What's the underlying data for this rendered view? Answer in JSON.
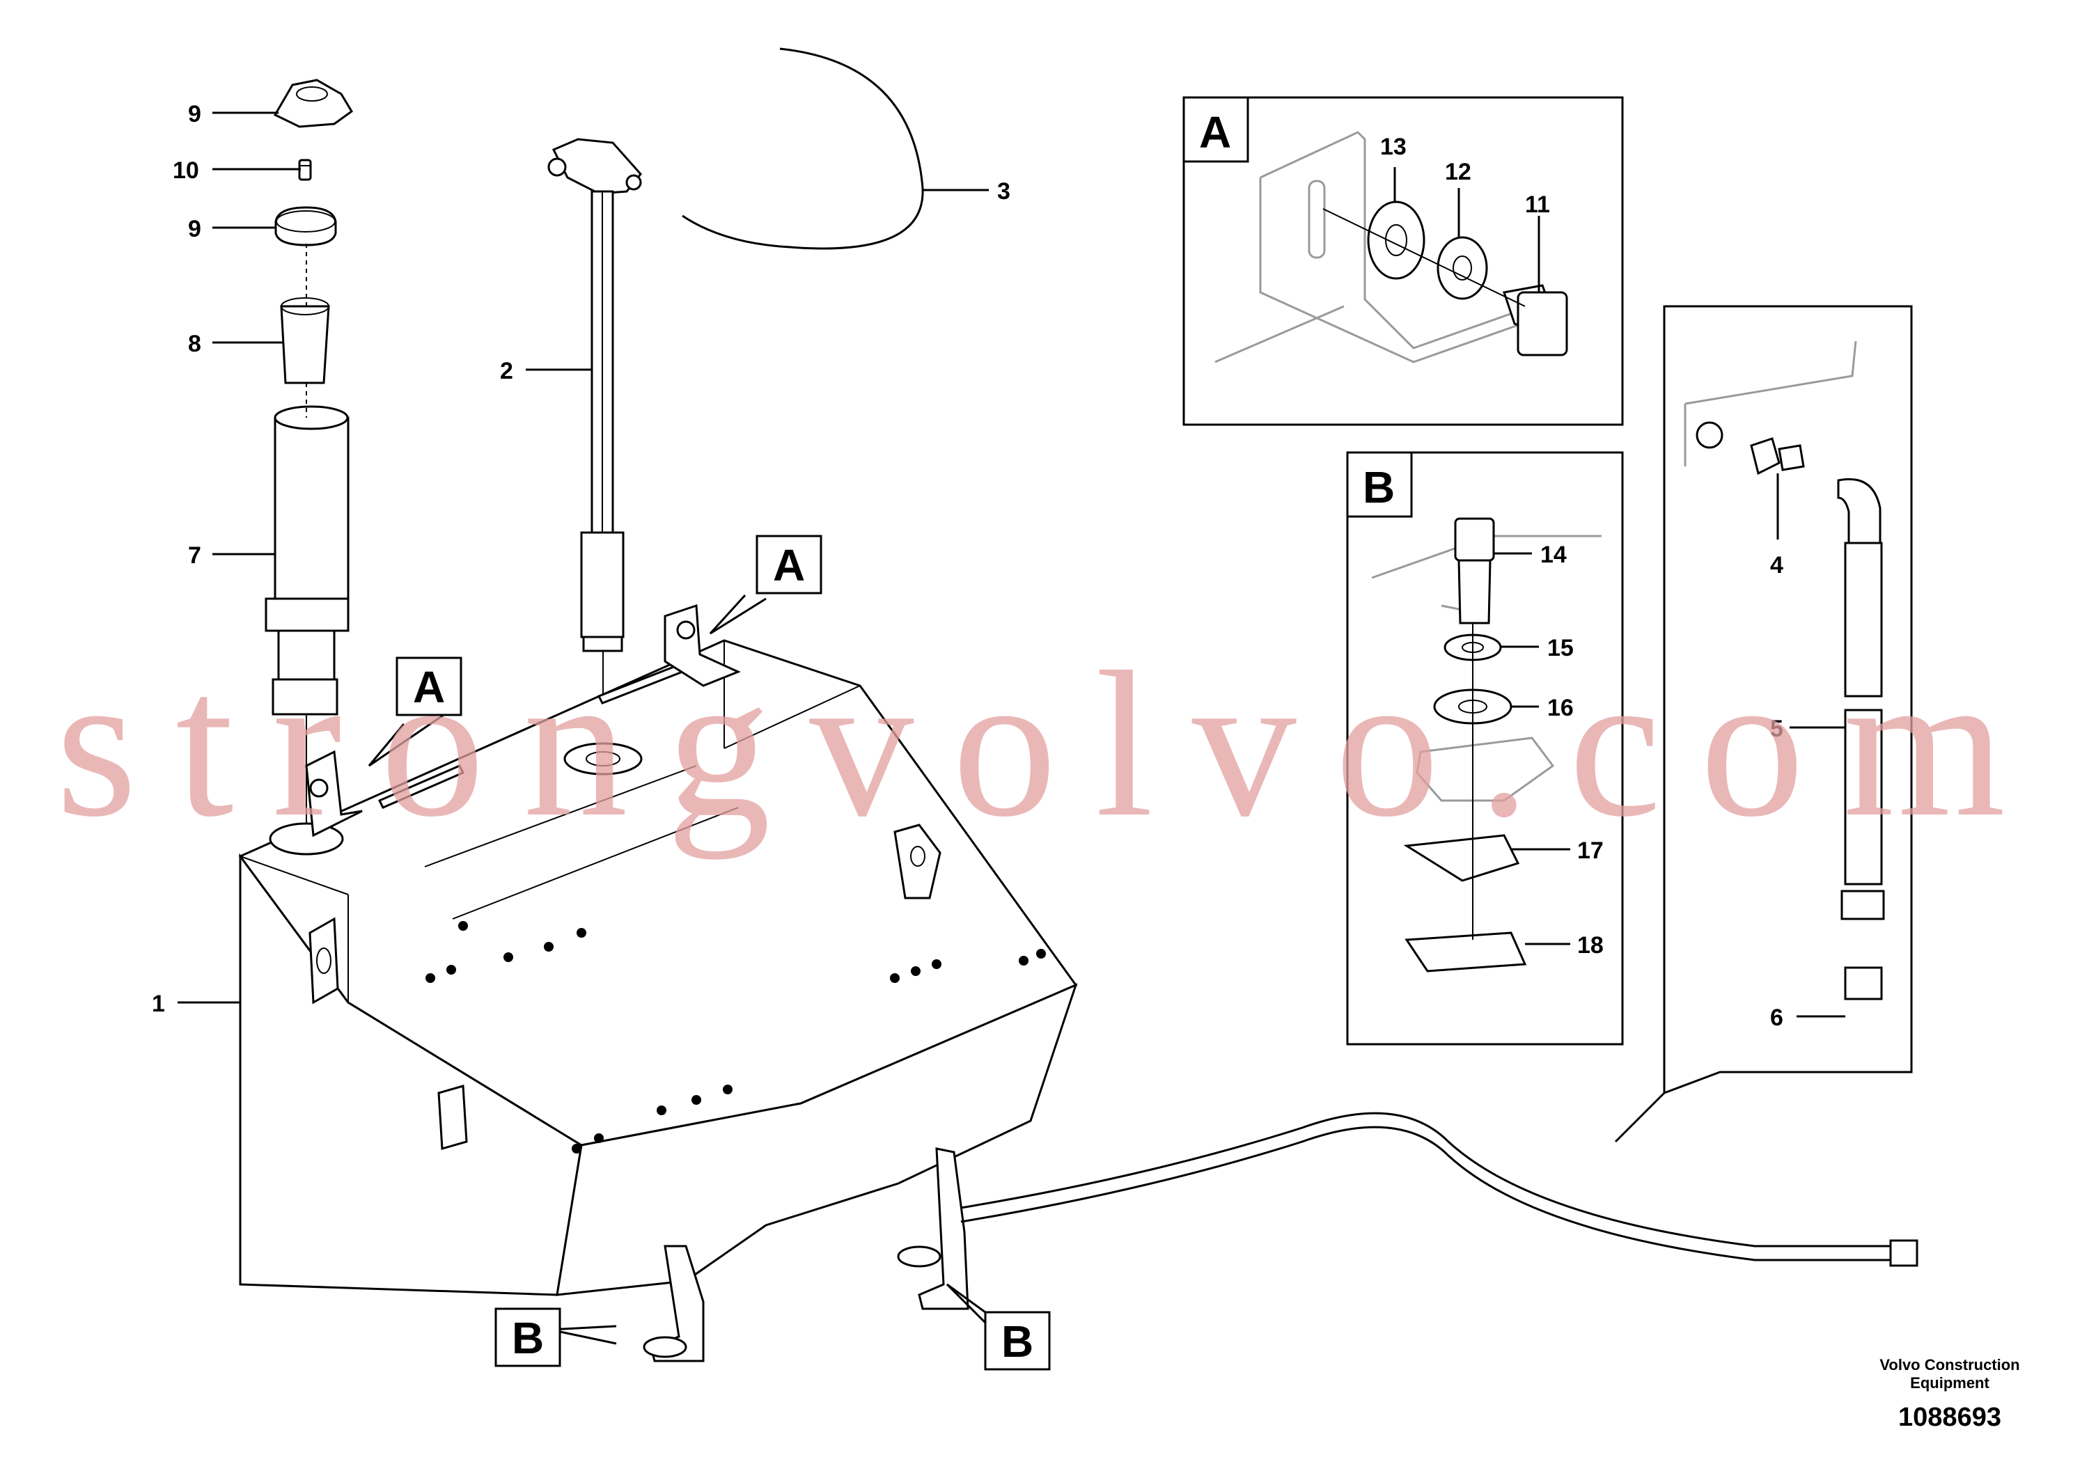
{
  "drawing": {
    "part_numbers": [
      {
        "id": "p9a",
        "text": "9"
      },
      {
        "id": "p10",
        "text": "10"
      },
      {
        "id": "p9b",
        "text": "9"
      },
      {
        "id": "p8",
        "text": "8"
      },
      {
        "id": "p7",
        "text": "7"
      },
      {
        "id": "p2",
        "text": "2"
      },
      {
        "id": "p3",
        "text": "3"
      },
      {
        "id": "p1",
        "text": "1"
      },
      {
        "id": "p13",
        "text": "13"
      },
      {
        "id": "p12",
        "text": "12"
      },
      {
        "id": "p11",
        "text": "11"
      },
      {
        "id": "p14",
        "text": "14"
      },
      {
        "id": "p15",
        "text": "15"
      },
      {
        "id": "p16",
        "text": "16"
      },
      {
        "id": "p17",
        "text": "17"
      },
      {
        "id": "p18",
        "text": "18"
      },
      {
        "id": "p4",
        "text": "4"
      },
      {
        "id": "p5",
        "text": "5"
      },
      {
        "id": "p6",
        "text": "6"
      }
    ],
    "detail_labels": {
      "a": "A",
      "b": "B"
    },
    "footer": {
      "brand_line1": "Volvo Construction",
      "brand_line2": "Equipment",
      "drawing_number": "1088693"
    },
    "watermark": "strongvolvo.com"
  }
}
